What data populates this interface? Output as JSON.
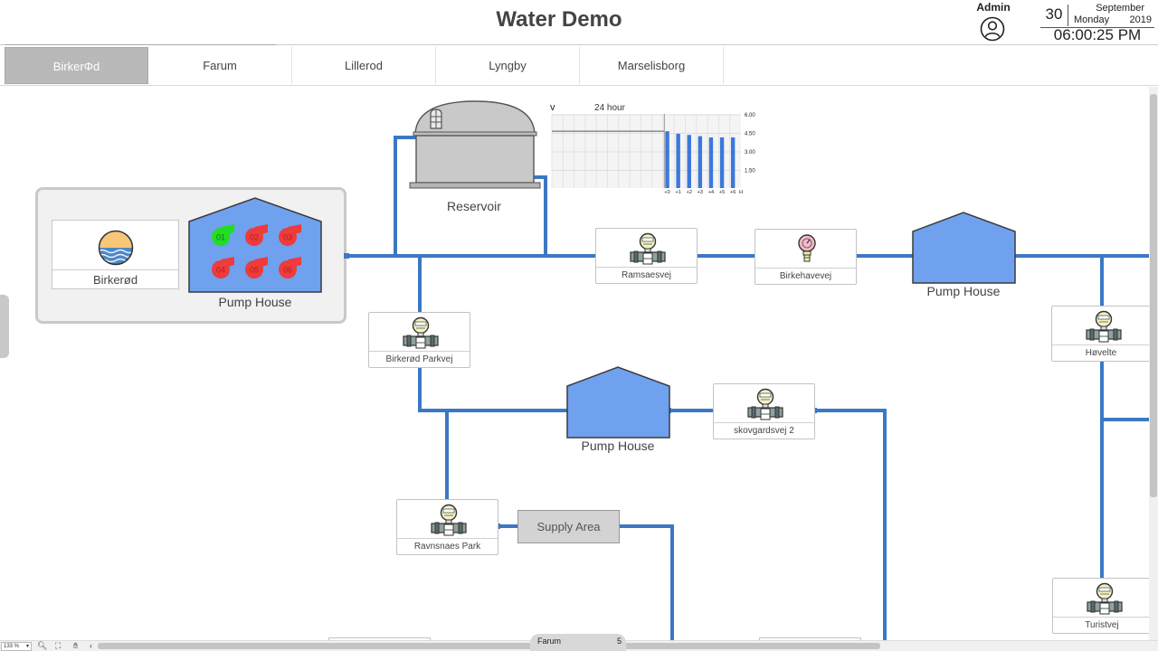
{
  "header": {
    "title": "Water Demo",
    "user": "Admin",
    "date": {
      "day": "30",
      "month": "September",
      "weekday": "Monday",
      "year": "2019"
    },
    "time": "06:00:25 PM"
  },
  "tabs": [
    {
      "label": "BirkerΦd",
      "active": true
    },
    {
      "label": "Farum",
      "active": false
    },
    {
      "label": "Lillerod",
      "active": false
    },
    {
      "label": "Lyngby",
      "active": false
    },
    {
      "label": "Marselisborg",
      "active": false
    }
  ],
  "diagram": {
    "reservoir_label": "Reservoir",
    "site_label": "Birkerød",
    "pump_house_label": "Pump House",
    "pumps": [
      {
        "label": "01",
        "status": "running"
      },
      {
        "label": "02",
        "status": "stopped"
      },
      {
        "label": "03",
        "status": "stopped"
      },
      {
        "label": "04",
        "status": "stopped"
      },
      {
        "label": "05",
        "status": "stopped"
      },
      {
        "label": "06",
        "status": "stopped"
      }
    ],
    "meters": [
      {
        "label": "Ramsaesvej",
        "color": "#f2f2c4"
      },
      {
        "label": "Birkehavevej",
        "color": "#f6b8c8"
      },
      {
        "label": "Birkerød Parkvej",
        "color": "#f2f2c4"
      },
      {
        "label": "skovgardsvej 2",
        "color": "#f2f2c4"
      },
      {
        "label": "Ravnsnaes Park",
        "color": "#f2f2c4"
      },
      {
        "label": "Høvelte",
        "color": "#f2f2c4"
      },
      {
        "label": "Turistvej",
        "color": "#f2f2c4"
      }
    ],
    "supply_area_label": "Supply Area",
    "colors": {
      "pipe": "#3b78c4",
      "pump_house": "#6fa1ee",
      "pump_on": "#22dd22",
      "pump_off": "#ee3b3b"
    }
  },
  "chart_data": {
    "type": "bar",
    "title": "24 hour",
    "toggle": "v",
    "yticks": [
      "6.00",
      "4.50",
      "3.00",
      "1.50"
    ],
    "ylim": [
      0,
      6
    ],
    "categories": [
      "+0",
      "+1",
      "+2",
      "+3",
      "+4",
      "+5",
      "+6"
    ],
    "unit": "H",
    "values": [
      4.6,
      4.4,
      4.3,
      4.2,
      4.1,
      4.1,
      4.1
    ],
    "history_level": 4.6,
    "bar_color": "#3b78dd"
  },
  "footer": {
    "zoom": "133 %",
    "page_name": "Farum",
    "page_number": "5"
  }
}
